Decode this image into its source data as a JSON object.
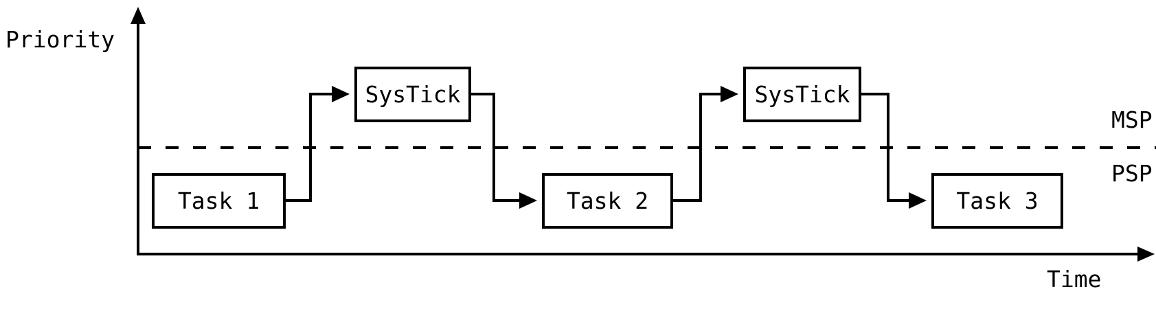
{
  "diagram": {
    "y_axis_label": "Priority",
    "x_axis_label": "Time",
    "regions": {
      "above_divider": "MSP",
      "below_divider": "PSP"
    },
    "boxes": [
      {
        "id": "task-1",
        "label": "Task 1",
        "row": "task"
      },
      {
        "id": "systick-1",
        "label": "SysTick",
        "row": "handler"
      },
      {
        "id": "task-2",
        "label": "Task 2",
        "row": "task"
      },
      {
        "id": "systick-2",
        "label": "SysTick",
        "row": "handler"
      },
      {
        "id": "task-3",
        "label": "Task 3",
        "row": "task"
      }
    ],
    "connections": [
      {
        "from": "task-1",
        "to": "systick-1"
      },
      {
        "from": "systick-1",
        "to": "task-2"
      },
      {
        "from": "task-2",
        "to": "systick-2"
      },
      {
        "from": "systick-2",
        "to": "task-3"
      }
    ],
    "colors": {
      "line": "#000000",
      "background": "#ffffff",
      "text": "#000000"
    }
  }
}
